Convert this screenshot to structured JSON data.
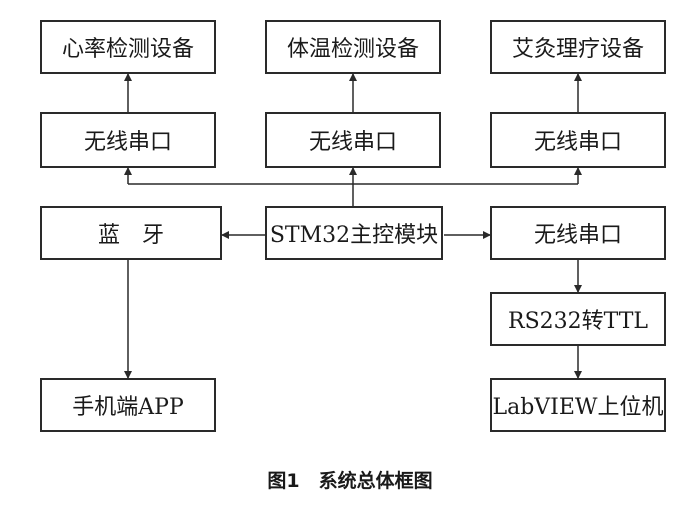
{
  "nodes": {
    "heart_rate": "心率检测设备",
    "body_temp": "体温检测设备",
    "moxibustion": "艾灸理疗设备",
    "serial_1": "无线串口",
    "serial_2": "无线串口",
    "serial_3": "无线串口",
    "bluetooth": "蓝　牙",
    "stm32": "STM32主控模块",
    "serial_4": "无线串口",
    "rs232": "RS232转TTL",
    "phone_app": "手机端APP",
    "labview": "LabVIEW上位机"
  },
  "caption": "图1　系统总体框图"
}
